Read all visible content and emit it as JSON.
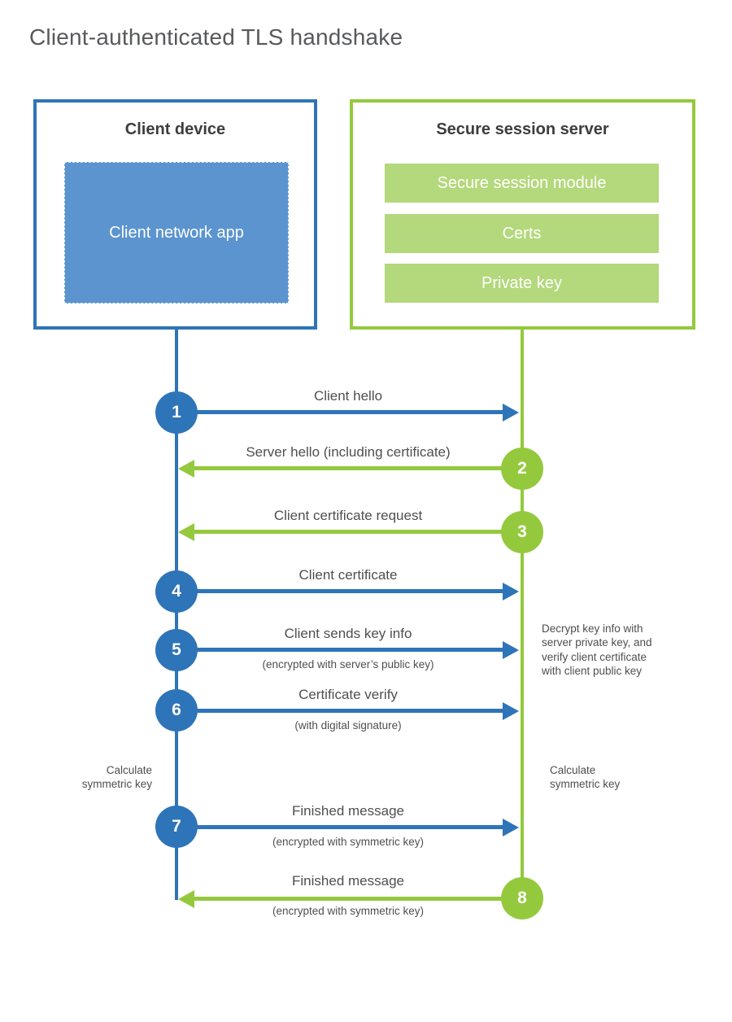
{
  "title": "Client-authenticated TLS handshake",
  "colors": {
    "blue": "#2e74b8",
    "blue_fill": "#5b94ce",
    "green": "#94c93d",
    "green_fill": "#b4d87c"
  },
  "client": {
    "title": "Client device",
    "app_label": "Client network app"
  },
  "server": {
    "title": "Secure session server",
    "modules": [
      "Secure session module",
      "Certs",
      "Private key"
    ]
  },
  "steps": [
    {
      "num": "1",
      "label": "Client hello",
      "direction": "right",
      "color": "blue"
    },
    {
      "num": "2",
      "label": "Server hello (including certificate)",
      "direction": "left",
      "color": "green"
    },
    {
      "num": "3",
      "label": "Client certificate request",
      "direction": "left",
      "color": "green"
    },
    {
      "num": "4",
      "label": "Client certificate",
      "direction": "right",
      "color": "blue"
    },
    {
      "num": "5",
      "label": "Client sends key info",
      "sub": "(encrypted with server’s public key)",
      "direction": "right",
      "color": "blue"
    },
    {
      "num": "6",
      "label": "Certificate verify",
      "sub": "(with digital signature)",
      "direction": "right",
      "color": "blue"
    },
    {
      "num": "7",
      "label": "Finished message",
      "sub": "(encrypted with symmetric key)",
      "direction": "right",
      "color": "blue"
    },
    {
      "num": "8",
      "label": "Finished message",
      "sub": "(encrypted with symmetric key)",
      "direction": "left",
      "color": "green"
    }
  ],
  "notes": {
    "decrypt": "Decrypt key info with\nserver private key, and\nverify client certificate\nwith client public key",
    "calc_left": "Calculate\nsymmetric key",
    "calc_right": "Calculate\nsymmetric key"
  }
}
